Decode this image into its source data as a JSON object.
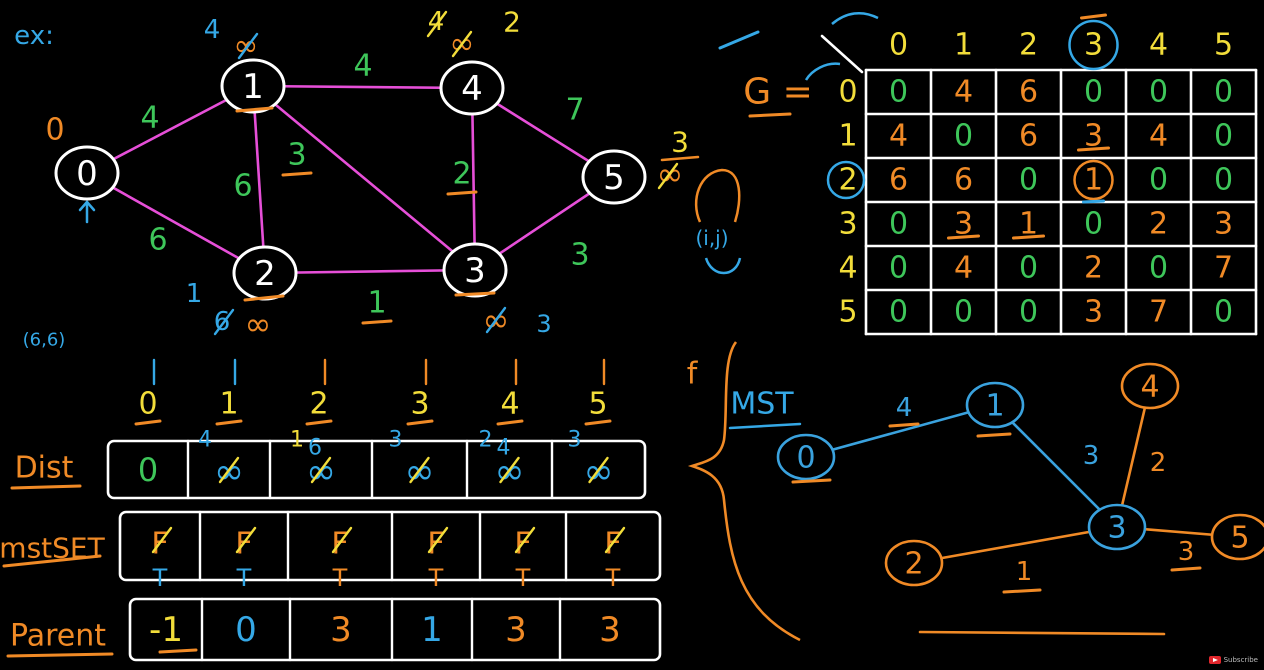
{
  "colors": {
    "bg": "#000000",
    "white": "#ffffff",
    "edge": "#e64fd8",
    "green": "#3ec65a",
    "orange": "#f08a26",
    "yellow": "#f2dd3a",
    "blue": "#35a8e6",
    "mst": "#3aa2de"
  },
  "header": {
    "ex_label": "ex:",
    "g_label": "G ="
  },
  "graph": {
    "nodes": [
      {
        "id": "0",
        "label": "0"
      },
      {
        "id": "1",
        "label": "1"
      },
      {
        "id": "2",
        "label": "2"
      },
      {
        "id": "3",
        "label": "3"
      },
      {
        "id": "4",
        "label": "4"
      },
      {
        "id": "5",
        "label": "5"
      }
    ],
    "edges": [
      {
        "from": "0",
        "to": "1",
        "weight": "4"
      },
      {
        "from": "0",
        "to": "2",
        "weight": "6"
      },
      {
        "from": "1",
        "to": "2",
        "weight": "6"
      },
      {
        "from": "1",
        "to": "4",
        "weight": "4"
      },
      {
        "from": "1",
        "to": "3",
        "weight": "3"
      },
      {
        "from": "2",
        "to": "3",
        "weight": "1"
      },
      {
        "from": "4",
        "to": "3",
        "weight": "2"
      },
      {
        "from": "4",
        "to": "5",
        "weight": "7"
      },
      {
        "from": "3",
        "to": "5",
        "weight": "3"
      }
    ],
    "annotations": {
      "n0_dist": "0",
      "n1_dist": "4",
      "n1_inf": "∞",
      "n4_old": "4",
      "n4_inf": "∞",
      "n4_dist": "2",
      "n5_inf": "∞",
      "n5_dist": "3",
      "n2_old": "6",
      "n2_inf": "∞",
      "n2_dist": "1",
      "n3_inf": "∞",
      "n3_dist": "3",
      "ij_label": "(i,j)",
      "size_label": "(6,6)"
    }
  },
  "matrix": {
    "col_headers": [
      "0",
      "1",
      "2",
      "3",
      "4",
      "5"
    ],
    "row_headers": [
      "0",
      "1",
      "2",
      "3",
      "4",
      "5"
    ],
    "rows": [
      [
        "0",
        "4",
        "6",
        "0",
        "0",
        "0"
      ],
      [
        "4",
        "0",
        "6",
        "3",
        "4",
        "0"
      ],
      [
        "6",
        "6",
        "0",
        "1",
        "0",
        "0"
      ],
      [
        "0",
        "3",
        "1",
        "0",
        "2",
        "3"
      ],
      [
        "0",
        "4",
        "0",
        "2",
        "0",
        "7"
      ],
      [
        "0",
        "0",
        "0",
        "3",
        "7",
        "0"
      ]
    ]
  },
  "tables": {
    "index_labels": [
      "0",
      "1",
      "2",
      "3",
      "4",
      "5"
    ],
    "dist": {
      "label": "Dist",
      "cells": [
        {
          "value": "0"
        },
        {
          "old": "∞",
          "new": "4"
        },
        {
          "old": "∞",
          "mid": "6",
          "new": "1"
        },
        {
          "old": "∞",
          "new": "3"
        },
        {
          "old": "∞",
          "mid": "4",
          "new": "2"
        },
        {
          "old": "∞",
          "new": "3"
        }
      ]
    },
    "mstset": {
      "label": "mstSET",
      "cells": [
        {
          "old": "F",
          "new": "T"
        },
        {
          "old": "F",
          "new": "T"
        },
        {
          "old": "F",
          "new": "T"
        },
        {
          "old": "F",
          "new": "T"
        },
        {
          "old": "F",
          "new": "T"
        },
        {
          "old": "F",
          "new": "T"
        }
      ]
    },
    "parent": {
      "label": "Parent",
      "cells": [
        "-1",
        "0",
        "3",
        "1",
        "3",
        "3"
      ]
    }
  },
  "mst": {
    "label": "MST",
    "nodes": [
      "0",
      "1",
      "2",
      "3",
      "4",
      "5"
    ],
    "edges": [
      {
        "from": "0",
        "to": "1",
        "weight": "4"
      },
      {
        "from": "1",
        "to": "3",
        "weight": "3"
      },
      {
        "from": "3",
        "to": "4",
        "weight": "2"
      },
      {
        "from": "2",
        "to": "3",
        "weight": "1"
      },
      {
        "from": "3",
        "to": "5",
        "weight": "3"
      }
    ]
  },
  "footer": {
    "subscribe_label": "Subscribe"
  }
}
